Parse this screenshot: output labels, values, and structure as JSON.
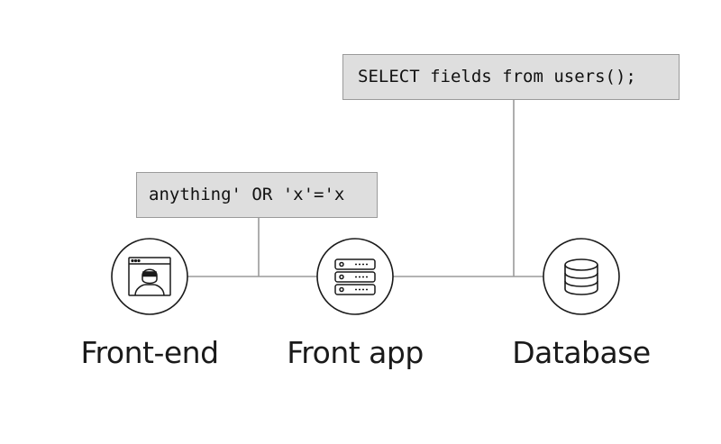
{
  "injection_box": {
    "text": "anything' OR 'x'='x"
  },
  "query_box": {
    "text": "SELECT fields from users();"
  },
  "nodes": [
    {
      "label": "Front-end",
      "icon": "hacker-screen-icon"
    },
    {
      "label": "Front app",
      "icon": "server-stack-icon"
    },
    {
      "label": "Database",
      "icon": "database-icon"
    }
  ],
  "colors": {
    "line": "#9a9a9a",
    "box_fill": "#dedede",
    "stroke": "#1a1a1a"
  }
}
